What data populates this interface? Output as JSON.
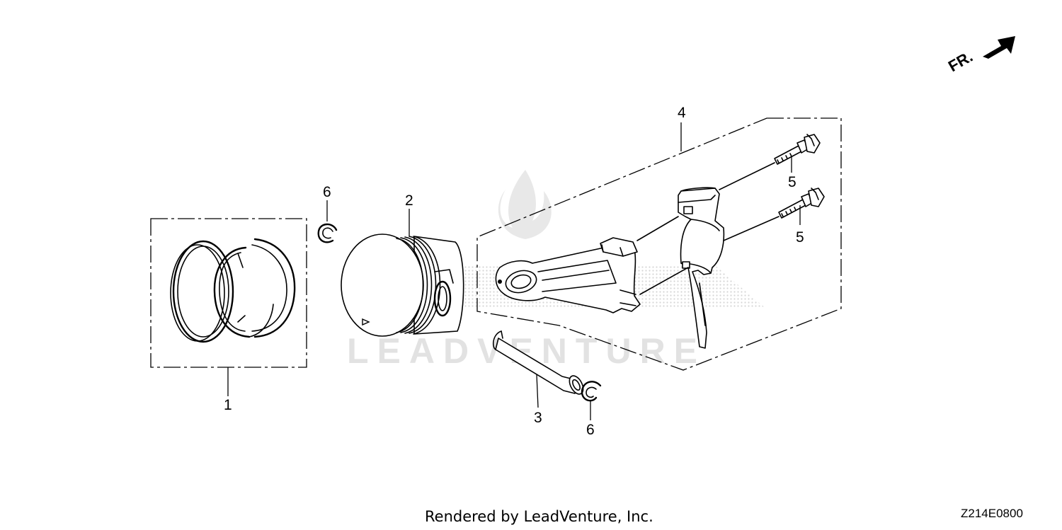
{
  "callouts": {
    "c1": "1",
    "c2": "2",
    "c3": "3",
    "c4": "4",
    "c5a": "5",
    "c5b": "5",
    "c6a": "6",
    "c6b": "6"
  },
  "front_indicator": "FR.",
  "footer": {
    "credit": "Rendered by LeadVenture, Inc.",
    "diagram_code": "Z214E0800"
  },
  "watermark": {
    "text": "LEADVENTURE"
  },
  "colors": {
    "line": "#000000",
    "watermark": "#e2e2e2",
    "background": "#ffffff"
  }
}
